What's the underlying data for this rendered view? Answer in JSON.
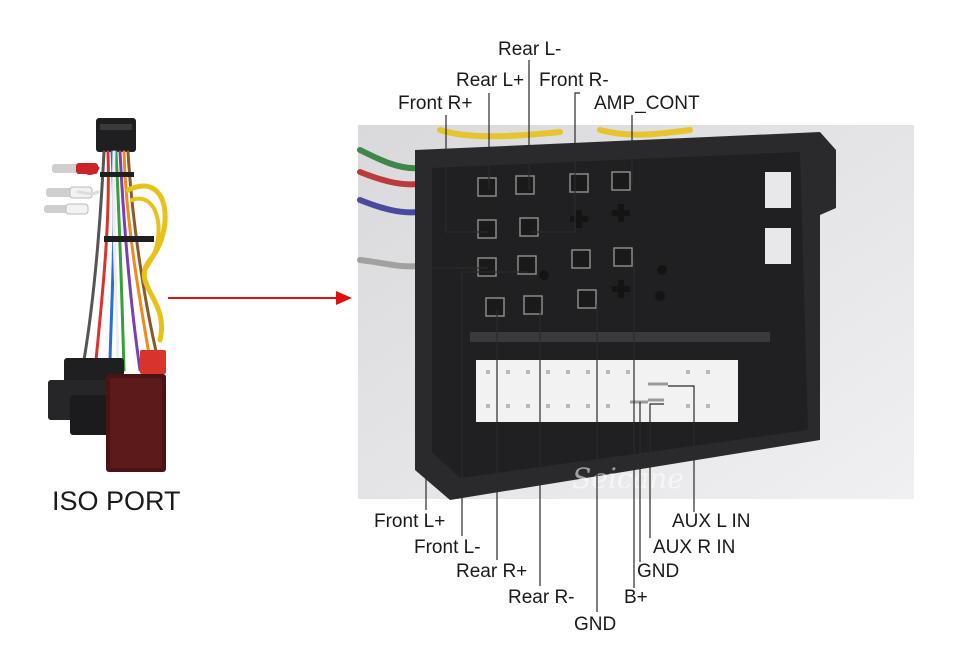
{
  "left_caption": "ISO PORT",
  "watermark": "Seicane",
  "top_labels": {
    "rear_l_minus": "Rear L-",
    "rear_l_plus": "Rear L+",
    "front_r_minus": "Front R-",
    "front_r_plus": "Front R+",
    "amp_cont": "AMP_CONT"
  },
  "bottom_labels": {
    "front_l_plus": "Front L+",
    "front_l_minus": "Front L-",
    "rear_r_plus": "Rear R+",
    "rear_r_minus": "Rear R-",
    "gnd_main": "GND",
    "aux_l_in": "AUX L IN",
    "aux_r_in": "AUX R IN",
    "gnd_aux": "GND",
    "b_plus": "B+"
  },
  "colors": {
    "arrow": "#e01010",
    "connector_body": "#2a2a2c",
    "photo_bg": "#e6e6e8",
    "leader_line": "#2a2a2a",
    "wire_yellow": "#e8c21a"
  }
}
